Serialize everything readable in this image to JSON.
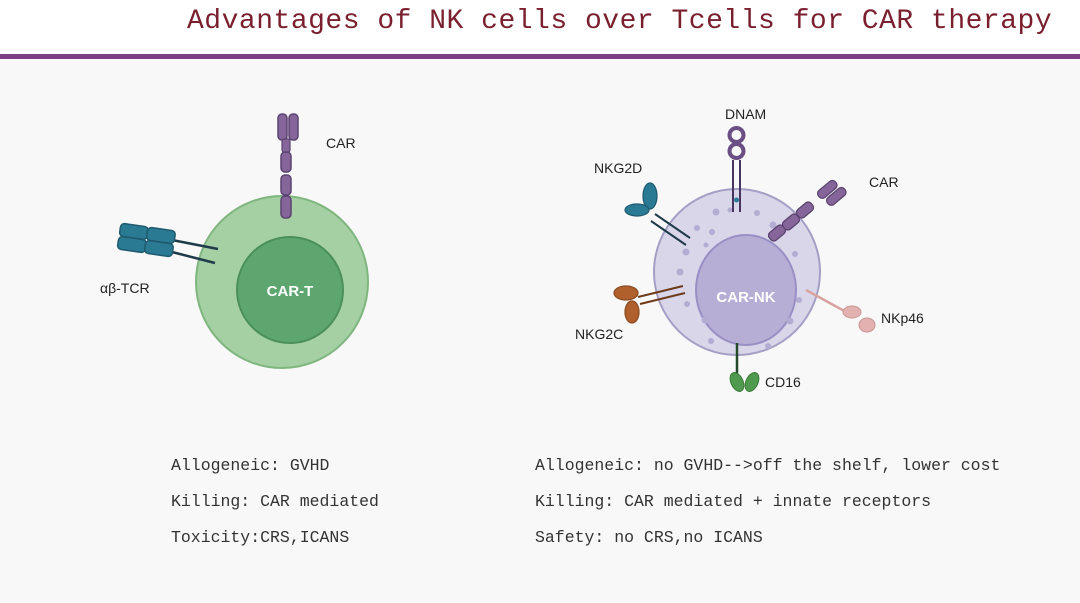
{
  "title": "Advantages of NK cells over Tcells for CAR therapy",
  "car_t": {
    "nucleus_label": "CAR-T",
    "receptors": {
      "car": "CAR",
      "tcr": "αβ-TCR"
    },
    "notes": [
      "Allogeneic: GVHD",
      "Killing: CAR mediated",
      "Toxicity:CRS,ICANS"
    ]
  },
  "car_nk": {
    "nucleus_label": "CAR-NK",
    "receptors": {
      "dnam": "DNAM",
      "nkg2d": "NKG2D",
      "car": "CAR",
      "nkg2c": "NKG2C",
      "nkp46": "NKp46",
      "cd16": "CD16"
    },
    "notes": [
      "Allogeneic: no GVHD-->off the shelf, lower cost",
      "Killing: CAR mediated + innate receptors",
      "Safety: no CRS,no ICANS"
    ]
  },
  "colors": {
    "title": "#7a1f2e",
    "rule": "#7c3f82",
    "t_cell": "#a5d0a3",
    "t_nucleus": "#5ea66f",
    "nk_cell": "#d9d6ea",
    "nk_nucleus": "#b7aed6",
    "car": "#86669a",
    "tcr": "#2b7a94",
    "nkg2c": "#b0602c",
    "nkp46": "#e3b2b0",
    "cd16": "#4f9a4e"
  }
}
